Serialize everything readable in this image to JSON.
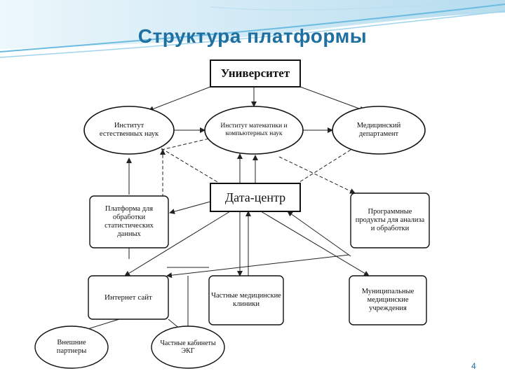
{
  "slide": {
    "title": "Структура платформы",
    "page_number": "4"
  },
  "nodes": {
    "university": "Университет",
    "natural_sciences": "Институт естественных наук",
    "math_cs": "Институт математики и компьютерных наук",
    "medical_dept": "Медицинский департамент",
    "data_center": "Дата-центр",
    "stats_platform": "Платформа для обработки статистических данных",
    "software": "Программные продукты для анализа и обработки",
    "website": "Интернет сайт",
    "private_clinics": "Частные медицинские клиники",
    "municipal": "Муниципальные медицинские учреждения",
    "external_partners": "Внешние партнеры",
    "ecg_rooms": "Частные кабинеты ЭКГ"
  },
  "colors": {
    "title": "#1f6fa0",
    "decoration": "#7ec3e3"
  }
}
